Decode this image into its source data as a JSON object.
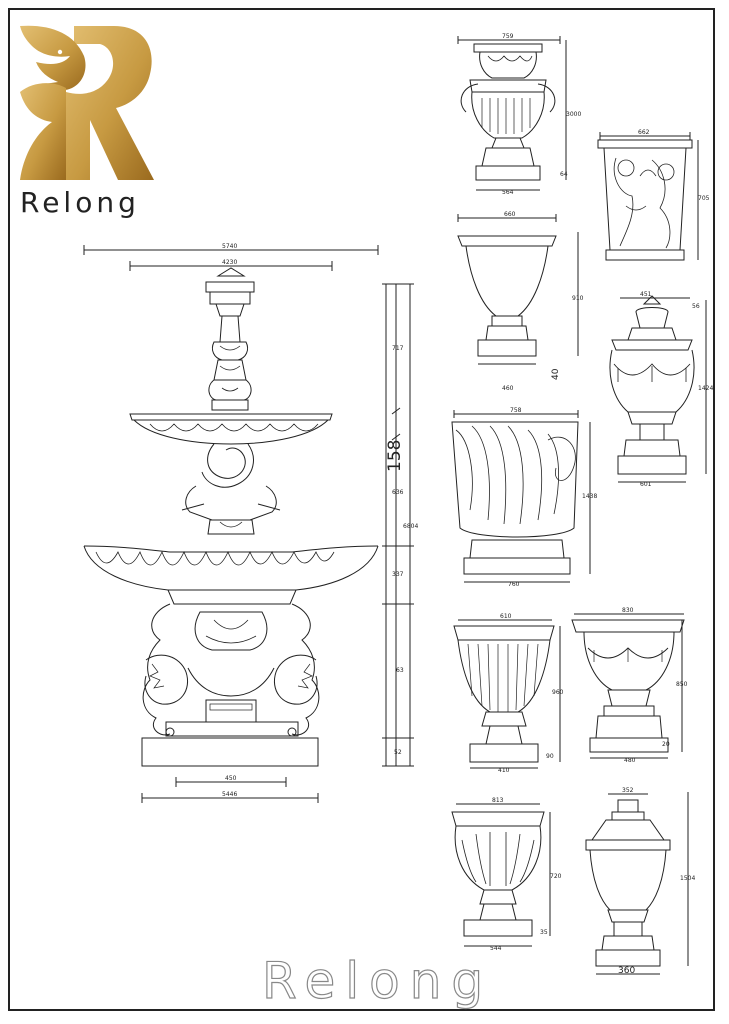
{
  "brand": {
    "logo_text": "Relong",
    "watermark_text": "Relong",
    "gold_light": "#e3bf72",
    "gold_dark": "#9a6a1e"
  },
  "fountain": {
    "overall_width": "5740",
    "top_width": "4230",
    "tier1_height": "717",
    "total_height": "158",
    "middle_height": "636",
    "tier2_height": "337",
    "base_height": "63",
    "plinth_height": "52",
    "total_side": "6804",
    "inner_base_width": "450",
    "base_width": "5446"
  },
  "vases": [
    {
      "name": "handled-urn",
      "width": "759",
      "height": "3000",
      "base": "564",
      "foot": "64"
    },
    {
      "name": "cherub-planter",
      "width": "662",
      "height": "705"
    },
    {
      "name": "campana-urn",
      "width": "660",
      "height": "910",
      "base": "460",
      "foot": "40"
    },
    {
      "name": "lidded-garland-urn",
      "width": "451",
      "height": "1424",
      "base": "601",
      "cap": "56"
    },
    {
      "name": "acanthus-planter",
      "width": "758",
      "height": "1438",
      "base": "760"
    },
    {
      "name": "fluted-urn",
      "width": "610",
      "height": "960",
      "base": "410",
      "foot": "90"
    },
    {
      "name": "garland-bowl-urn",
      "width": "830",
      "height": "850",
      "base": "480",
      "foot": "20"
    },
    {
      "name": "gadrooned-urn",
      "width": "813",
      "height": "720",
      "base": "544",
      "foot": "35"
    },
    {
      "name": "lidded-finial-urn",
      "width": "352",
      "height": "1504",
      "base": "360"
    }
  ]
}
